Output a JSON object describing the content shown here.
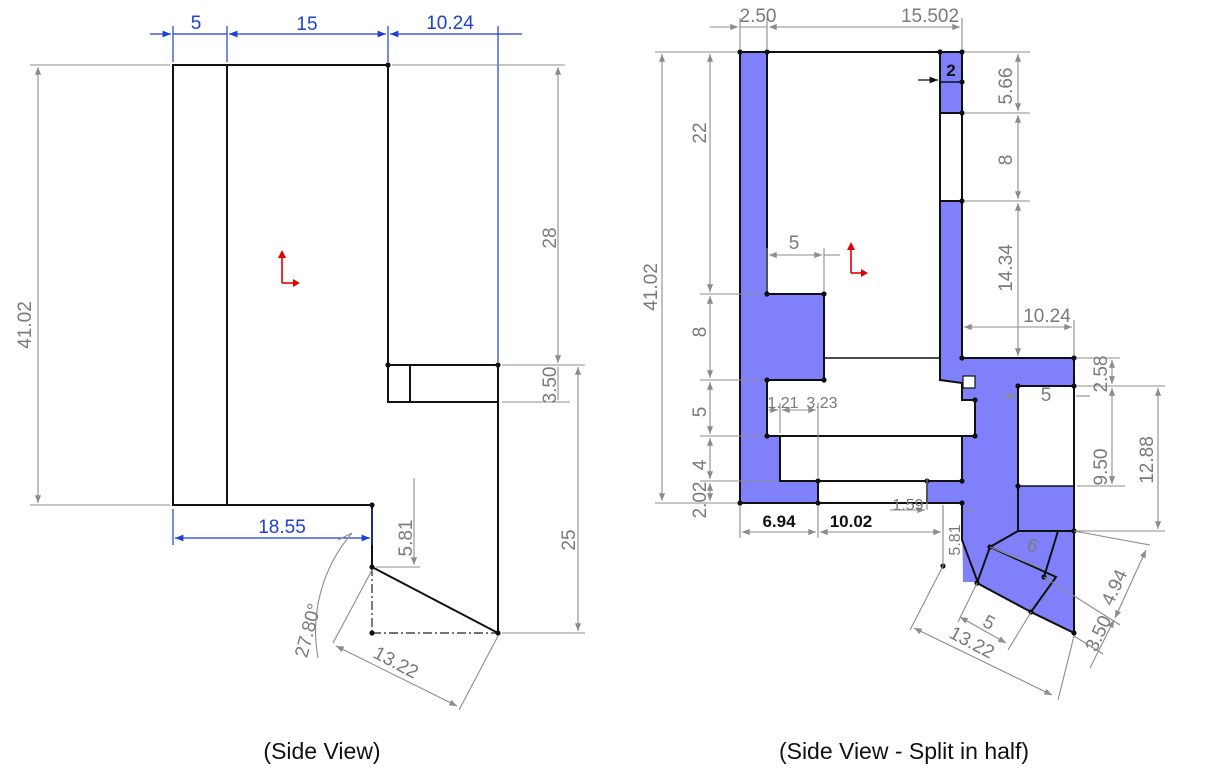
{
  "left_view": {
    "dims": {
      "width_5": "5",
      "width_15": "15",
      "width_10_24": "10.24",
      "height_41_02": "41.02",
      "height_28": "28",
      "height_3_50": "3.50",
      "height_25": "25",
      "bottom_18_55": "18.55",
      "drop_5_81": "5.81",
      "angle_27_80": "27.80°",
      "slant_13_22": "13.22"
    },
    "caption": "(Side View)"
  },
  "right_view": {
    "dims": {
      "top_2_50": "2.50",
      "top_15_502": "15.502",
      "gap_2": "2",
      "h_5_66": "5.66",
      "h_8_right": "8",
      "h_22": "22",
      "h_41_02": "41.02",
      "w_5_mid": "5",
      "h_14_34": "14.34",
      "w_10_24": "10.24",
      "h_8_left": "8",
      "h_2_58": "2.58",
      "w_5_right": "5",
      "h_12_88": "12.88",
      "h_9_50": "9.50",
      "h_5_left": "5",
      "w_1_21": "1.21",
      "w_3_23": "3.23",
      "h_4": "4",
      "h_2_02": "2.02",
      "w_1_59": "1.59",
      "w_6_94": "6.94",
      "w_10_02": "10.02",
      "h_5_81": "5.81",
      "w_6_slant": "6",
      "w_4_94": "4.94",
      "w_5_slant": "5",
      "w_13_22": "13.22",
      "w_3_50": "3.50"
    },
    "caption": "(Side View - Split in half)"
  },
  "colors": {
    "section_fill": "#8080fa",
    "driving_dimension": "#1f3fd6",
    "driven_dimension": "#8c8c8c",
    "origin_marker": "#e00000"
  }
}
